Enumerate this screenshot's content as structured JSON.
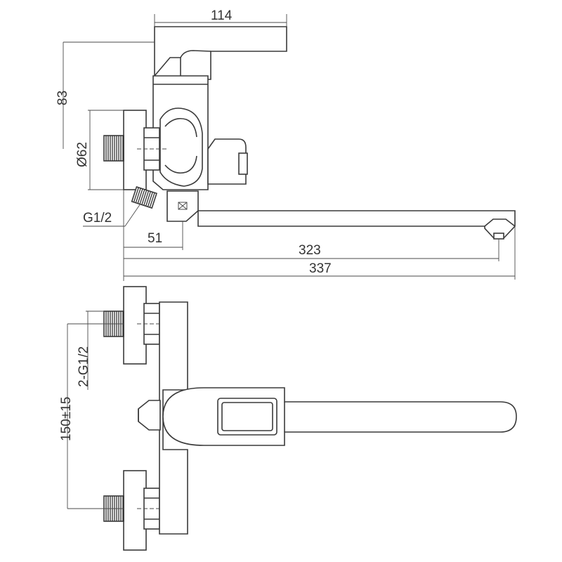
{
  "dimensions": {
    "top_width": "114",
    "height_83": "83",
    "diameter": "Ø62",
    "thread_top": "G1/2",
    "offset_51": "51",
    "spout_323": "323",
    "total_337": "337",
    "centers": "150±15",
    "thread_bottom": "2-G1/2"
  }
}
